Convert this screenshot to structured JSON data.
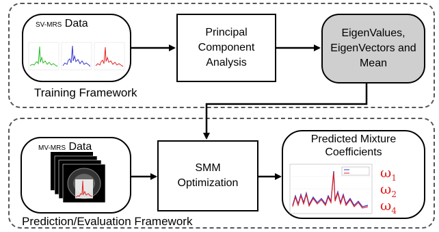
{
  "training": {
    "frame_label": "Training Framework",
    "data_prefix": "SV-MRS",
    "data_word": "Data",
    "pca_label": "Principal\nComponent\nAnalysis",
    "eigen_label": "EigenValues,\nEigenVectors and\nMean"
  },
  "prediction": {
    "frame_label": "Prediction/Evaluation Framework",
    "data_prefix": "MV-MRS",
    "data_word": "Data",
    "smm_label": "SMM\nOptimization",
    "output_title": "Predicted Mixture\nCoefficients",
    "omegas": [
      "ω1",
      "ω2",
      "ω4"
    ]
  },
  "colors": {
    "frame_dash": "#555555",
    "eigen_fill": "#cfcfcf",
    "spectrum_green": "#22bb22",
    "spectrum_blue": "#3333cc",
    "spectrum_red": "#e02020",
    "omega_red": "#e02020"
  }
}
